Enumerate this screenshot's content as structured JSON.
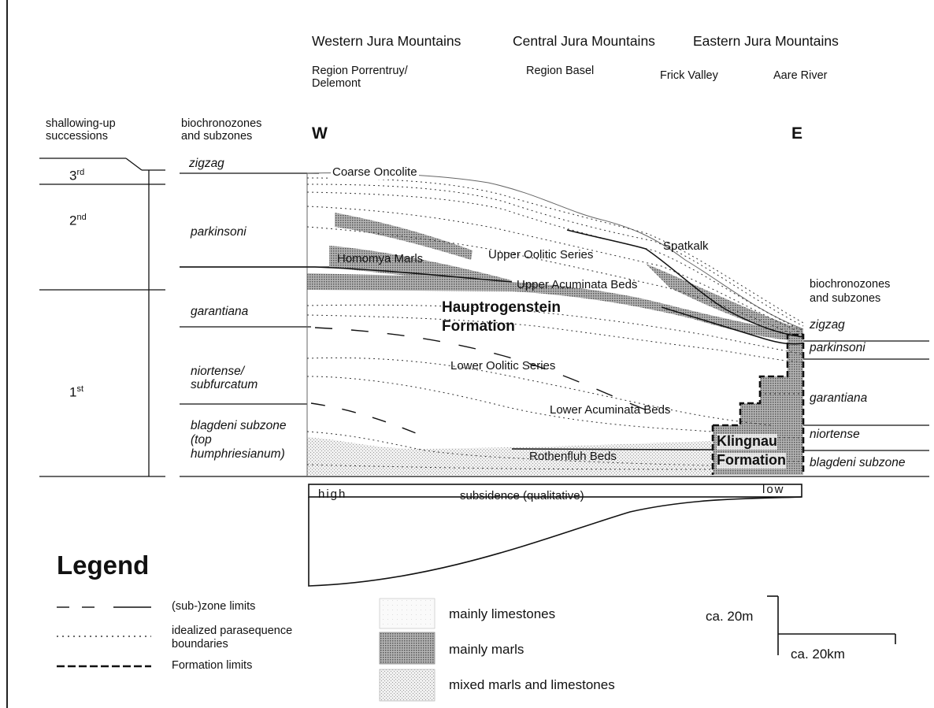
{
  "regions": {
    "western": "Western Jura Mountains",
    "central": "Central Jura Mountains",
    "eastern": "Eastern Jura Mountains",
    "porrentruy_1": "Region Porrentruy/",
    "porrentruy_2": "Delemont",
    "basel": "Region Basel",
    "frick": "Frick Valley",
    "aare": "Aare River"
  },
  "columns": {
    "shallowing_1": "shallowing-up",
    "shallowing_2": "successions",
    "bio_1": "biochronozones",
    "bio_2": "and subzones",
    "west": "W",
    "east": "E"
  },
  "successions": [
    {
      "num": "3",
      "sup": "rd"
    },
    {
      "num": "2",
      "sup": "nd"
    },
    {
      "num": "1",
      "sup": "st"
    }
  ],
  "zones_left": {
    "zigzag": "zigzag",
    "parkinsoni": "parkinsoni",
    "garantiana": "garantiana",
    "niortense_1": "niortense/",
    "niortense_2": "subfurcatum",
    "blagdeni_1": "blagdeni subzone",
    "blagdeni_2": "(top",
    "blagdeni_3": "humphriesianum)"
  },
  "zones_right": {
    "header_1": "biochronozones",
    "header_2": "and subzones",
    "zigzag": "zigzag",
    "parkinsoni": "parkinsoni",
    "garantiana": "garantiana",
    "niortense": "niortense",
    "blagdeni": "blagdeni subzone"
  },
  "units": {
    "coarse_oncolite": "Coarse Oncolite",
    "homomya": "Homomya Marls",
    "upper_oolitic": "Upper Oolitic Series",
    "spatkalk": "Spatkalk",
    "upper_acuminata": "Upper Acuminata Beds",
    "haupt_1": "Hauptrogenstein",
    "haupt_2": "Formation",
    "lower_oolitic": "Lower Oolitic Series",
    "lower_acuminata": "Lower Acuminata Beds",
    "rothenfluh": "Rothenfluh Beds",
    "klingnau_1": "Klingnau",
    "klingnau_2": "Formation"
  },
  "subsidence": {
    "high": "high",
    "label": "subsidence (qualitative)",
    "low": "low"
  },
  "legend": {
    "title": "Legend",
    "zone_limits": "(sub-)zone limits",
    "parasequence_1": "idealized parasequence",
    "parasequence_2": "boundaries",
    "formation_limits": "Formation limits",
    "limestones": "mainly limestones",
    "marls": "mainly marls",
    "mixed": "mixed marls and limestones"
  },
  "scale": {
    "vertical": "ca. 20m",
    "horizontal": "ca. 20km"
  },
  "colors": {
    "marls": "#8c8c8c",
    "mixed": "#d9d9d9",
    "limestone": "#ffffff",
    "ink": "#111111"
  }
}
